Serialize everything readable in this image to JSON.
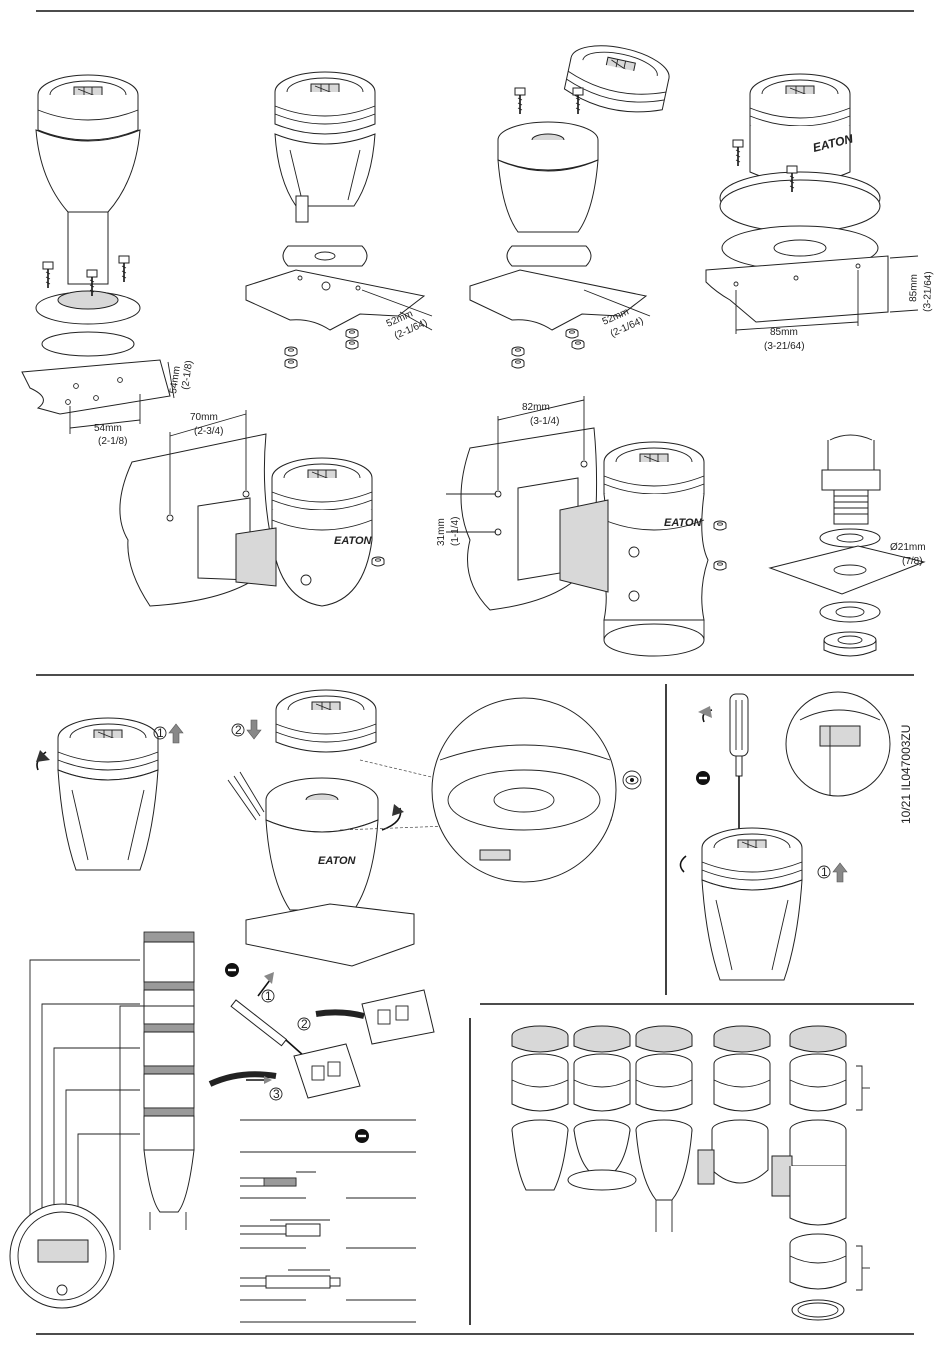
{
  "brand": {
    "logo_text": "EATON"
  },
  "dimensions": {
    "base54_w": "54mm",
    "base54_w_in": "(2-1/8)",
    "base54_h": "54mm",
    "base54_h_in": "(2-1/8)",
    "tube52_a": "52mm",
    "tube52_a_in": "(2-1/64)",
    "tube52_b": "52mm",
    "tube52_b_in": "(2-1/64)",
    "flange85_w": "85mm",
    "flange85_w_in": "(3-21/64)",
    "flange85_h": "85mm",
    "flange85_h_in": "(3-21/64)",
    "wall70": "70mm",
    "wall70_in": "(2-3/4)",
    "wall82": "82mm",
    "wall82_in": "(3-1/4)",
    "wall31": "31mm",
    "wall31_in": "(1-1/4)",
    "hole21": "Ø21mm",
    "hole21_in": "(7/8)"
  },
  "doc_code": "10/21 IL047003ZU",
  "step_labels": {
    "one": "1",
    "two": "2",
    "three": "3"
  },
  "icons": [
    "eye-icon",
    "screwdriver-icon",
    "arrow-up-icon",
    "arrow-down-icon",
    "rotate-arrow-icon"
  ],
  "colors": {
    "line": "#111111",
    "arrow": "#888888",
    "shade": "#d8d8d8"
  }
}
